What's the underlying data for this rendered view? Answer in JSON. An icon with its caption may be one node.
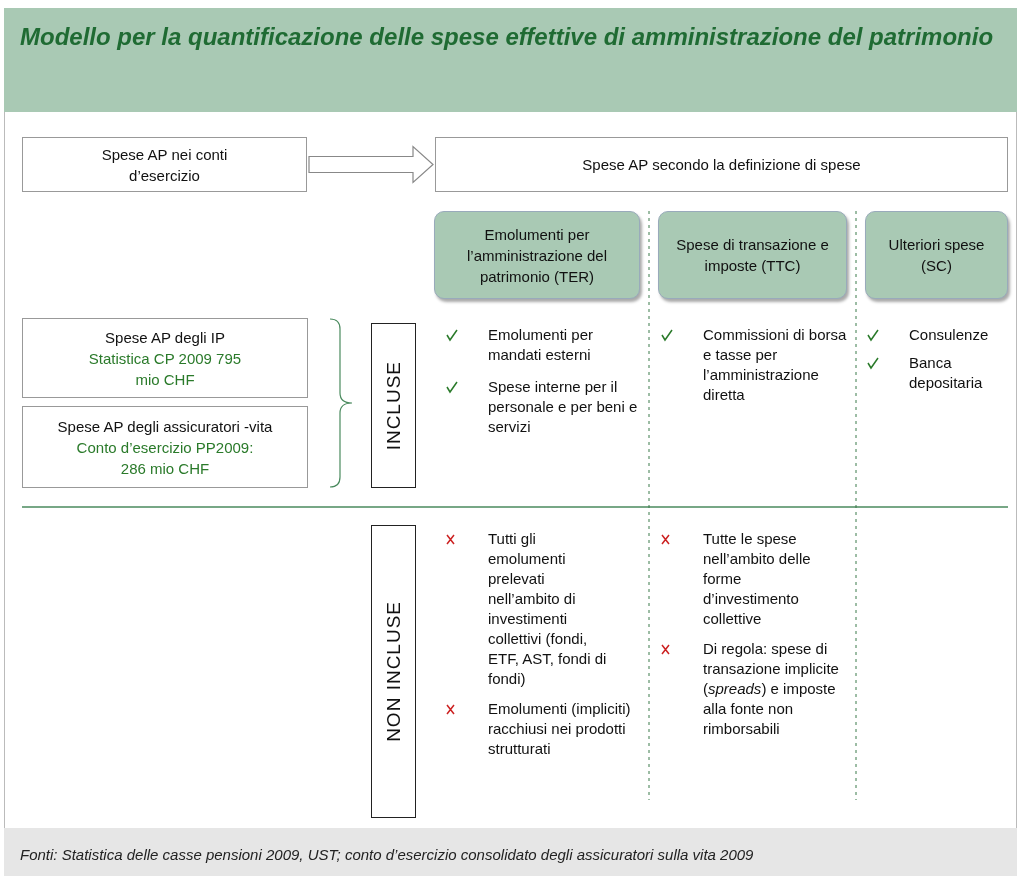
{
  "diagram": {
    "title": "Modello per la quantificazione delle spese effettive di amministrazione del patrimonio",
    "caption": "Fonti: Statistica delle casse pensioni 2009, UST; conto d’esercizio consolidato degli assicuratori sulla vita 2009",
    "nodes": [
      {
        "text": [
          "Spese AP nei conti d’esercizio"
        ]
      },
      {
        "text": [
          "Spese AP secondo la definizione di spese"
        ]
      },
      {
        "text": [
          "Emolumenti per l’amministrazione del patrimonio (TER)"
        ]
      },
      {
        "text": [
          "Spese di transazione e imposte (TTC)"
        ]
      },
      {
        "text": [
          "Ulteriori spese (SC)"
        ]
      },
      {
        "text": [
          "Spese AP degli IP",
          "Statistica CP 2009 795 mio CHF"
        ]
      },
      {
        "text": [
          "Spese AP degli assicuratori -vita",
          "Conto d’esercizio PP2009: 286 mio CHF"
        ]
      },
      {
        "text": [
          "INCLUSE"
        ]
      },
      {
        "text": [
          "NON INCLUSE"
        ]
      }
    ],
    "edges": [
      {
        "from": 0,
        "to": 1,
        "arrow": "to"
      }
    ],
    "labels": [
      "Emolumenti per mandati esterni",
      "Commissioni di borsa e tasse per l’amministrazione diretta",
      "Consulenze",
      "Banca depositaria",
      "Spese interne per il personale e per beni e servizi",
      "Tutti gli emolumenti prelevati nell’ambito di investimenti collettivi (fondi, ETF, AST, fondi di fondi)",
      "Tutte le spese nell’ambito delle forme d’investimento collettive",
      "Di regola: spese di transazione implicite (*spreads*) e imposte alla fonte non rimborsabili",
      "Emolumenti (impliciti) racchiusi nei prodotti strutturati"
    ]
  }
}
